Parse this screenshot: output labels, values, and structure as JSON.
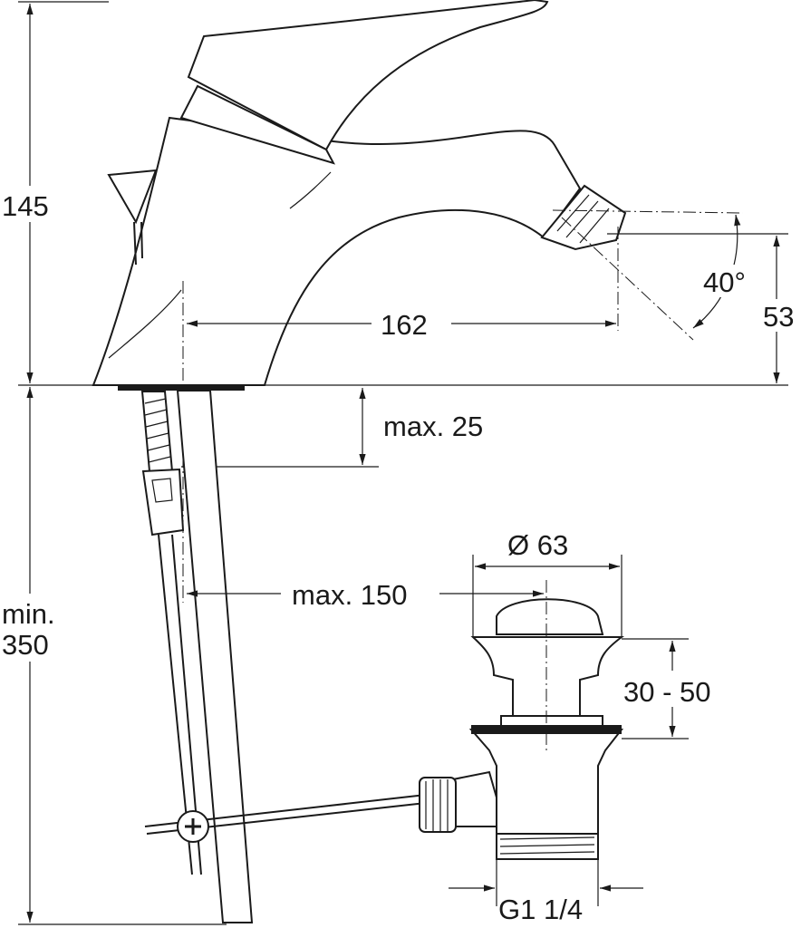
{
  "title": "Bidet mixer installation drawing",
  "dimensions": {
    "height_above_deck": "145",
    "spout_reach": "162",
    "spray_angle": "40°",
    "outlet_height": "53",
    "max_deck_thickness": "max. 25",
    "min_below_deck_line1": "min.",
    "min_below_deck_line2": "350",
    "max_rod_offset": "max. 150",
    "waste_diameter": "Ø 63",
    "waste_range": "30 - 50",
    "waste_thread": "G1 1/4"
  }
}
